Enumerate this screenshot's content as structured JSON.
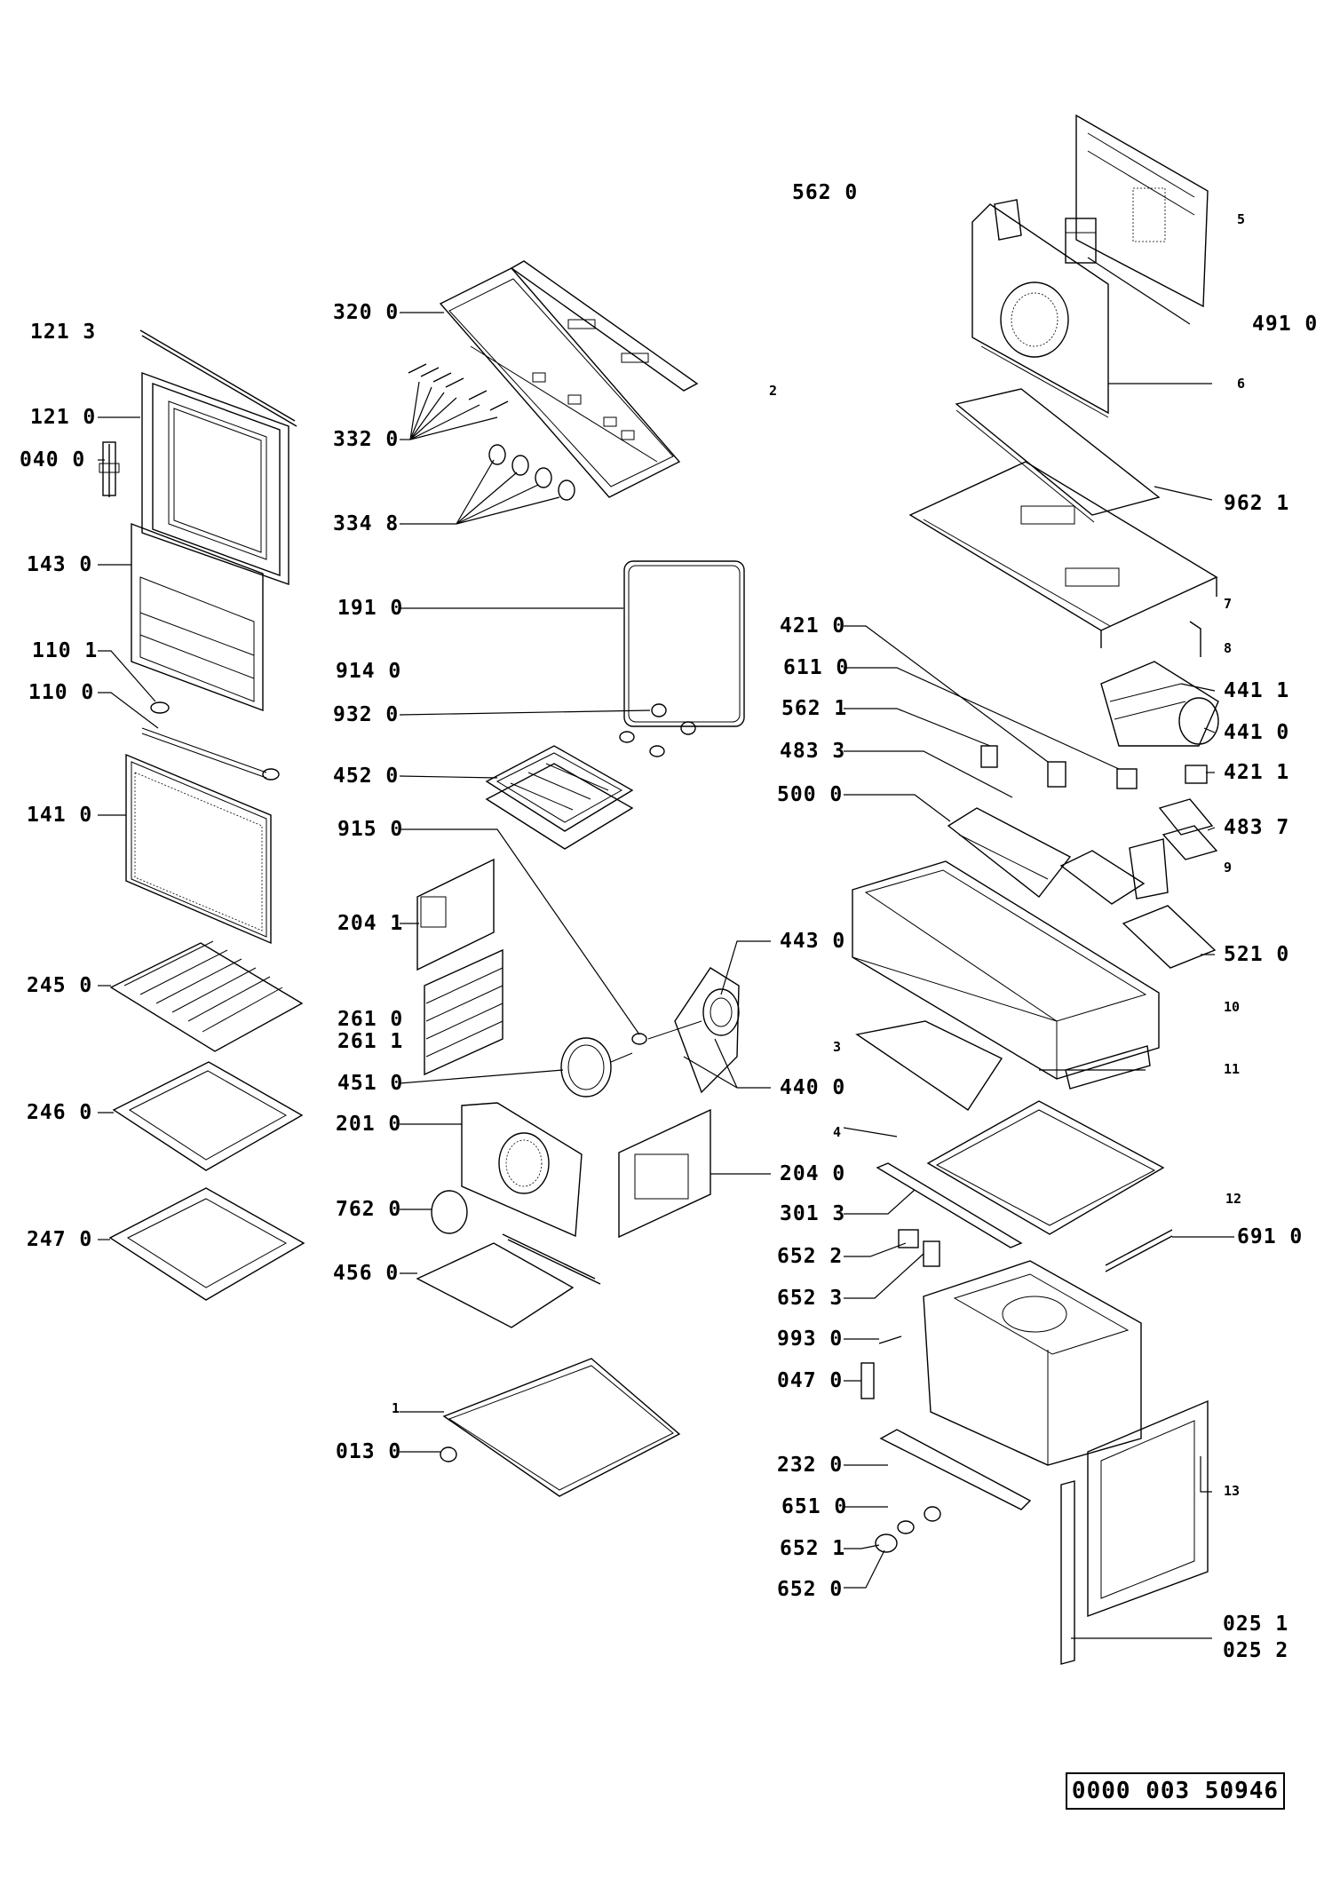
{
  "document_id": "0000 003 50946",
  "callouts": [
    {
      "name": "callout-121-3",
      "text": "121 3"
    },
    {
      "name": "callout-121-0",
      "text": "121 0"
    },
    {
      "name": "callout-040-0",
      "text": "040 0"
    },
    {
      "name": "callout-143-0",
      "text": "143 0"
    },
    {
      "name": "callout-110-1",
      "text": "110 1"
    },
    {
      "name": "callout-110-0",
      "text": "110 0"
    },
    {
      "name": "callout-141-0",
      "text": "141 0"
    },
    {
      "name": "callout-245-0",
      "text": "245 0"
    },
    {
      "name": "callout-246-0",
      "text": "246 0"
    },
    {
      "name": "callout-247-0",
      "text": "247 0"
    },
    {
      "name": "callout-320-0",
      "text": "320 0"
    },
    {
      "name": "callout-332-0",
      "text": "332 0"
    },
    {
      "name": "callout-334-8",
      "text": "334 8"
    },
    {
      "name": "callout-191-0",
      "text": "191 0"
    },
    {
      "name": "callout-914-0",
      "text": "914 0"
    },
    {
      "name": "callout-932-0",
      "text": "932 0"
    },
    {
      "name": "callout-452-0",
      "text": "452 0"
    },
    {
      "name": "callout-915-0",
      "text": "915 0"
    },
    {
      "name": "callout-204-1",
      "text": "204 1"
    },
    {
      "name": "callout-261-0",
      "text": "261 0"
    },
    {
      "name": "callout-261-1",
      "text": "261 1"
    },
    {
      "name": "callout-451-0",
      "text": "451 0"
    },
    {
      "name": "callout-201-0",
      "text": "201 0"
    },
    {
      "name": "callout-762-0",
      "text": "762 0"
    },
    {
      "name": "callout-456-0",
      "text": "456 0"
    },
    {
      "name": "callout-013-0",
      "text": "013 0"
    },
    {
      "name": "callout-562-0",
      "text": "562 0"
    },
    {
      "name": "callout-491-0",
      "text": "491 0"
    },
    {
      "name": "callout-962-1",
      "text": "962 1"
    },
    {
      "name": "callout-421-0",
      "text": "421 0"
    },
    {
      "name": "callout-611-0",
      "text": "611 0"
    },
    {
      "name": "callout-562-1",
      "text": "562 1"
    },
    {
      "name": "callout-483-3",
      "text": "483 3"
    },
    {
      "name": "callout-500-0",
      "text": "500 0"
    },
    {
      "name": "callout-441-1",
      "text": "441 1"
    },
    {
      "name": "callout-441-0",
      "text": "441 0"
    },
    {
      "name": "callout-421-1",
      "text": "421 1"
    },
    {
      "name": "callout-483-7",
      "text": "483 7"
    },
    {
      "name": "callout-521-0",
      "text": "521 0"
    },
    {
      "name": "callout-443-0",
      "text": "443 0"
    },
    {
      "name": "callout-440-0",
      "text": "440 0"
    },
    {
      "name": "callout-204-0",
      "text": "204 0"
    },
    {
      "name": "callout-301-3",
      "text": "301 3"
    },
    {
      "name": "callout-652-2",
      "text": "652 2"
    },
    {
      "name": "callout-652-3",
      "text": "652 3"
    },
    {
      "name": "callout-993-0",
      "text": "993 0"
    },
    {
      "name": "callout-047-0",
      "text": "047 0"
    },
    {
      "name": "callout-232-0",
      "text": "232 0"
    },
    {
      "name": "callout-651-0",
      "text": "651 0"
    },
    {
      "name": "callout-652-1",
      "text": "652 1"
    },
    {
      "name": "callout-652-0",
      "text": "652 0"
    },
    {
      "name": "callout-691-0",
      "text": "691 0"
    },
    {
      "name": "callout-025-1",
      "text": "025 1"
    },
    {
      "name": "callout-025-2",
      "text": "025 2"
    }
  ],
  "index_numbers": [
    {
      "name": "index-1",
      "text": "1"
    },
    {
      "name": "index-2",
      "text": "2"
    },
    {
      "name": "index-3",
      "text": "3"
    },
    {
      "name": "index-4",
      "text": "4"
    },
    {
      "name": "index-5",
      "text": "5"
    },
    {
      "name": "index-6",
      "text": "6"
    },
    {
      "name": "index-7",
      "text": "7"
    },
    {
      "name": "index-8",
      "text": "8"
    },
    {
      "name": "index-9",
      "text": "9"
    },
    {
      "name": "index-10",
      "text": "10"
    },
    {
      "name": "index-11",
      "text": "11"
    },
    {
      "name": "index-12",
      "text": "12"
    },
    {
      "name": "index-13",
      "text": "13"
    }
  ]
}
